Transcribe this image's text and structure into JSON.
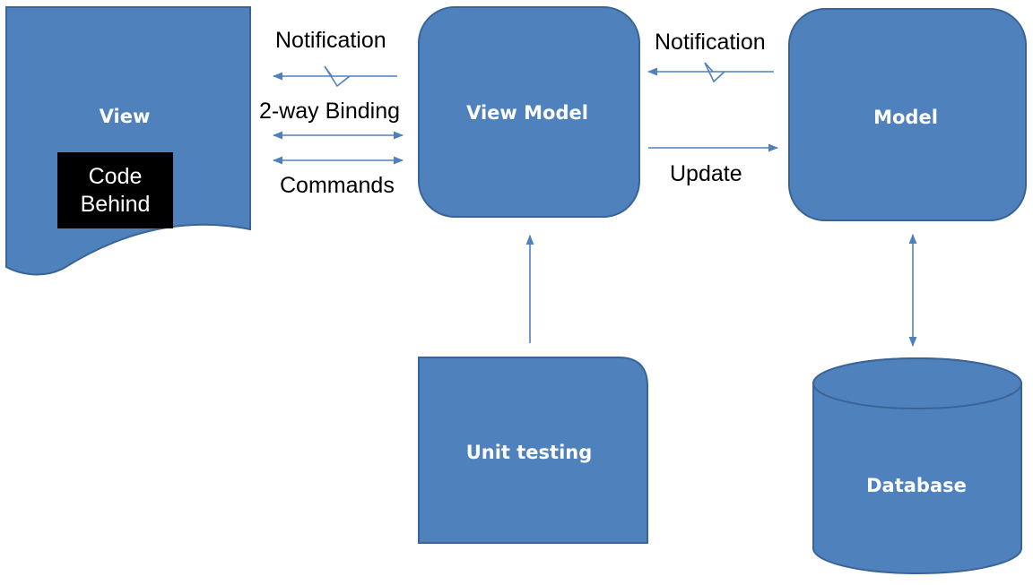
{
  "nodes": {
    "view": "View",
    "code_behind": [
      "Code",
      "Behind"
    ],
    "view_model": "View Model",
    "model": "Model",
    "unit_testing": "Unit testing",
    "database": "Database"
  },
  "edges": {
    "view_vm_notification": "Notification",
    "view_vm_binding": "2-way Binding",
    "view_vm_commands": "Commands",
    "vm_model_notification": "Notification",
    "vm_model_update": "Update"
  },
  "colors": {
    "shape_fill": "#4f81bd",
    "connector": "#4f81bd"
  }
}
